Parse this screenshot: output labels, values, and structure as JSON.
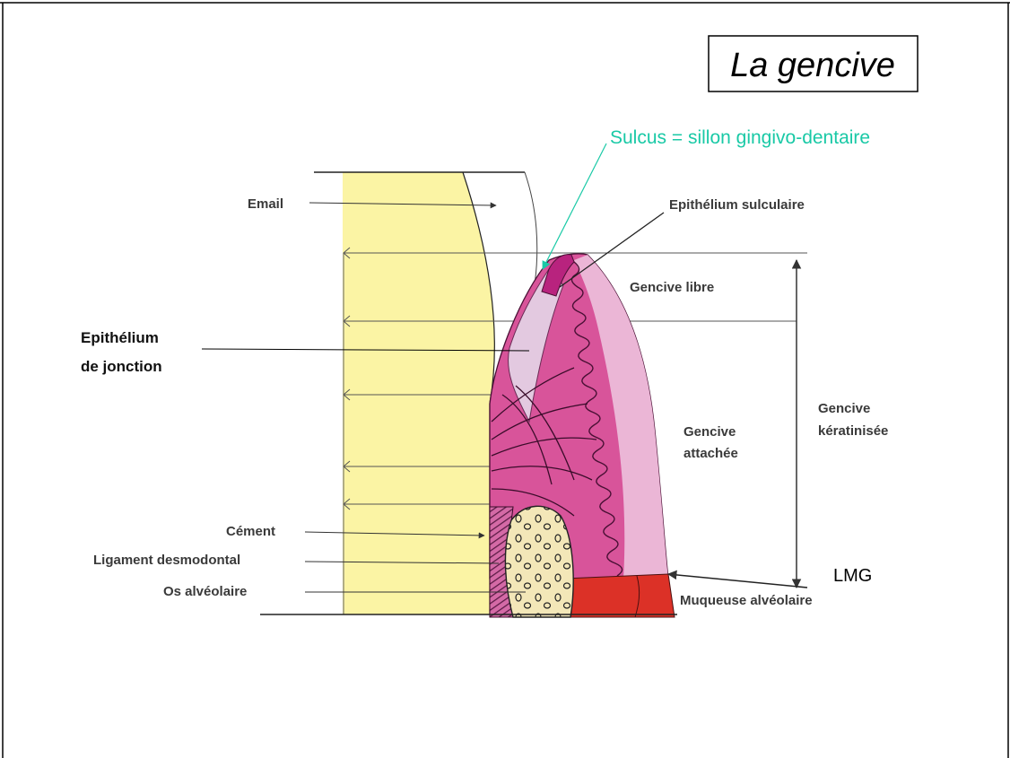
{
  "title": "La gencive",
  "colors": {
    "enamel": "#fbf4a4",
    "gingiva": "#d8549a",
    "gingiva_stippled": "#ebb6d6",
    "sulcular_epithelium": "#b8237e",
    "junctional_epithelium": "#e3c9e0",
    "alveolar_mucosa": "#dc3127",
    "bone": "#f3e7b8",
    "cementum_ligament": "#9a3c76",
    "sulcus_label": "#19c9a6"
  },
  "labels": {
    "email": "Email",
    "epithelium_sulculaire": "Epithélium sulculaire",
    "sulcus": "Sulcus = sillon gingivo-dentaire",
    "gencive_libre": "Gencive libre",
    "epithelium_jonction_line1": "Epithélium",
    "epithelium_jonction_line2": "de jonction",
    "gencive_attachee_line1": "Gencive",
    "gencive_attachee_line2": "attachée",
    "gencive_keratinisee_line1": "Gencive",
    "gencive_keratinisee_line2": "kératinisée",
    "cement": "Cément",
    "ligament": "Ligament desmodontal",
    "os": "Os alvéolaire",
    "lmg": "LMG",
    "muqueuse": "Muqueuse alvéolaire"
  }
}
